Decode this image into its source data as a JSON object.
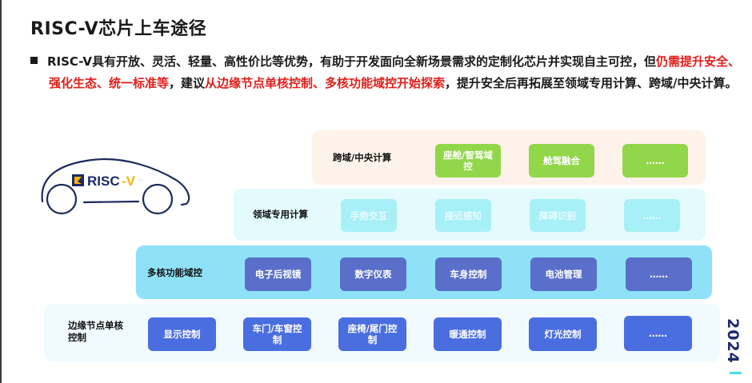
{
  "title": "RISC-V芯片上车途径",
  "bullet": {
    "segments": [
      {
        "text": "RISC-V具有开放、灵活、轻量、高性价比等优势，有助于开发面向全新场景需求的定制化芯片并实现自主可控，但",
        "highlight": false
      },
      {
        "text": "仍需提升安全、强化生态、统一标准等",
        "highlight": true
      },
      {
        "text": "，建议",
        "highlight": false
      },
      {
        "text": "从边缘节点单核控制、多核功能域控开始探索",
        "highlight": true
      },
      {
        "text": "，提升安全后再拓展至领域专用计算、跨域/中央计算。",
        "highlight": false
      }
    ]
  },
  "car_logo": {
    "text": "RISC-V",
    "icon": "risc-v-logo-icon"
  },
  "layers": {
    "cross_domain": {
      "label": "跨域/中央计算",
      "items": [
        "座舱/智驾域控",
        "舱驾融合",
        "……"
      ],
      "color": "#92d74a"
    },
    "domain_specific": {
      "label": "领域专用计算",
      "items": [
        "手势交互",
        "接近感知",
        "障碍识别",
        "……"
      ],
      "color": "#a8f0f8"
    },
    "multicore": {
      "label": "多核功能域控",
      "items": [
        "电子后视镜",
        "数字仪表",
        "车身控制",
        "电池管理",
        "……"
      ],
      "color": "#5a6fc9"
    },
    "edge": {
      "label": "边缘节点单核控制",
      "items": [
        "显示控制",
        "车门/车窗控制",
        "座椅/尾门控制",
        "暖通控制",
        "灯光控制",
        "……"
      ],
      "color": "#4a6de0"
    }
  },
  "year": "2024",
  "colors": {
    "highlight_red": "#e0201c",
    "year_navy": "#1c2a6a"
  }
}
